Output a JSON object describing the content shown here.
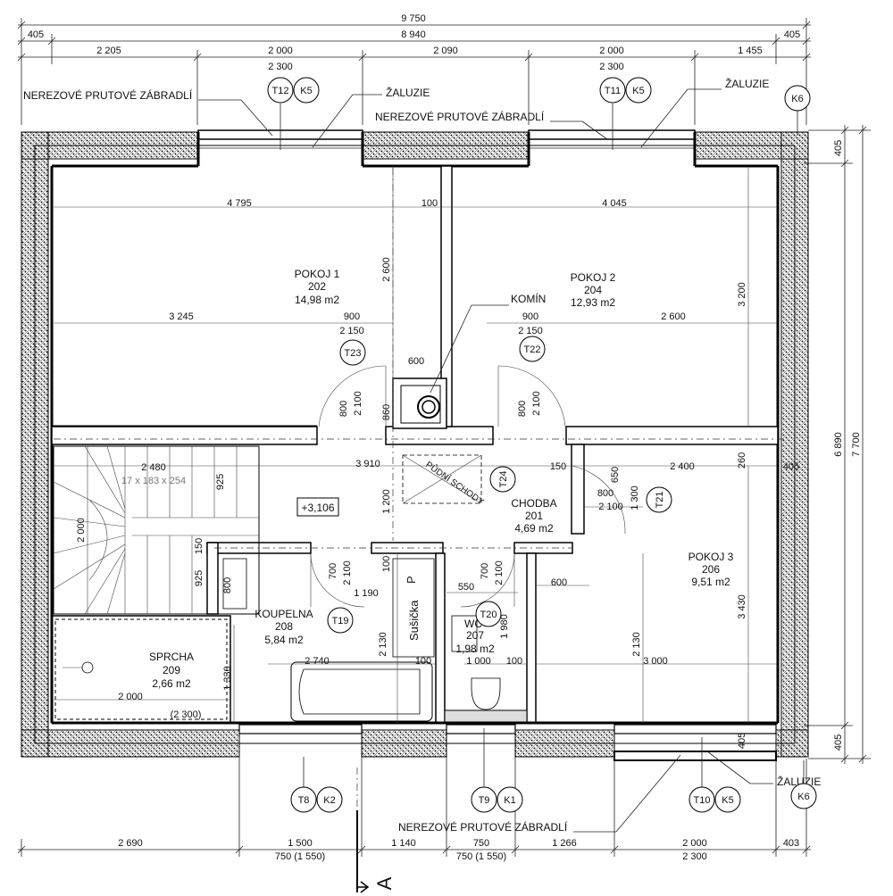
{
  "dimensions": {
    "top_total": "9 750",
    "top_sub": [
      "405",
      "8 940",
      "405"
    ],
    "top_segments": [
      "2 205",
      "2 000",
      "2 090",
      "2 000",
      "1 455"
    ],
    "top_openings": [
      "2 300",
      "2 300"
    ],
    "bottom_segments": [
      "2 690",
      "1 500",
      "1 140",
      "750",
      "1 266",
      "2 000",
      "403"
    ],
    "bottom_sub": [
      "750 (1 550)",
      "750 (1 550)",
      "2 300"
    ],
    "right": [
      "405",
      "6 890",
      "7 700",
      "405"
    ],
    "interior": {
      "d4795": "4 795",
      "d100a": "100",
      "d4045": "4 045",
      "d2600v": "2 600",
      "d3200v": "3 200",
      "d3245": "3 245",
      "d900a": "900",
      "d2150a": "2 150",
      "d900b": "900",
      "d2150b": "2 150",
      "d2600h": "2 600",
      "d600a": "600",
      "d800a": "800",
      "d2100a": "2 100",
      "d860": "860",
      "d800b": "800",
      "d2100b": "2 100",
      "d2480": "2 480",
      "d17x": "17 x 183 x 254",
      "d925a": "925",
      "d3910": "3 910",
      "d150a": "150",
      "d650": "650",
      "d2400": "2 400",
      "d260": "260",
      "d405c": "405",
      "d1200": "1 200",
      "d800c": "800",
      "d1300": "1 300",
      "d2100c": "2 100",
      "d2000v": "2 000",
      "d150b": "150",
      "d925b": "925",
      "d800d": "800",
      "d700a": "700",
      "d2100d": "2 100",
      "d100b": "100",
      "d1190": "1 190",
      "d700b": "700",
      "d2100e": "2 100",
      "d550": "550",
      "d600b": "600",
      "d1330": "1 330",
      "d2740": "2 740",
      "d2130a": "2 130",
      "d100c": "100",
      "d1000": "1 000",
      "d100d": "100",
      "d1980": "1 980",
      "d2130b": "2 130",
      "d3000": "3 000",
      "d3430": "3 430",
      "d2000h": "2 000",
      "d2300p": "(2 300)",
      "d405d": "405"
    }
  },
  "rooms": {
    "pokoj1": {
      "name": "POKOJ 1",
      "number": "202",
      "area": "14,98 m2"
    },
    "pokoj2": {
      "name": "POKOJ 2",
      "number": "204",
      "area": "12,93 m2"
    },
    "chodba": {
      "name": "CHODBA",
      "number": "201",
      "area": "4,69 m2"
    },
    "pokoj3": {
      "name": "POKOJ 3",
      "number": "206",
      "area": "9,51 m2"
    },
    "koupelna": {
      "name": "KOUPELNA",
      "number": "208",
      "area": "5,84 m2"
    },
    "wc": {
      "name": "WC",
      "number": "207",
      "area": "1,98 m2"
    },
    "sprcha": {
      "name": "SPRCHA",
      "number": "209",
      "area": "2,66 m2"
    }
  },
  "notes": {
    "railing": "NEREZOVÉ PRUTOVÉ ZÁBRADLÍ",
    "blinds": "ŽALUZIE",
    "chimney": "KOMÍN",
    "attic_stairs": "PŮDNÍ SCHODY",
    "dryer": "Sušička",
    "p": "P",
    "level": "+3,106",
    "section": "A"
  },
  "tags": {
    "t12": "T12",
    "k5a": "K5",
    "t11": "T11",
    "k5b": "K5",
    "k6a": "K6",
    "t23": "T23",
    "t22": "T22",
    "t24": "T24",
    "t21": "T21",
    "t19": "T19",
    "t20": "T20",
    "t8": "T8",
    "k2": "K2",
    "t9": "T9",
    "k1": "K1",
    "t10": "T10",
    "k5c": "K5",
    "k6b": "K6"
  }
}
